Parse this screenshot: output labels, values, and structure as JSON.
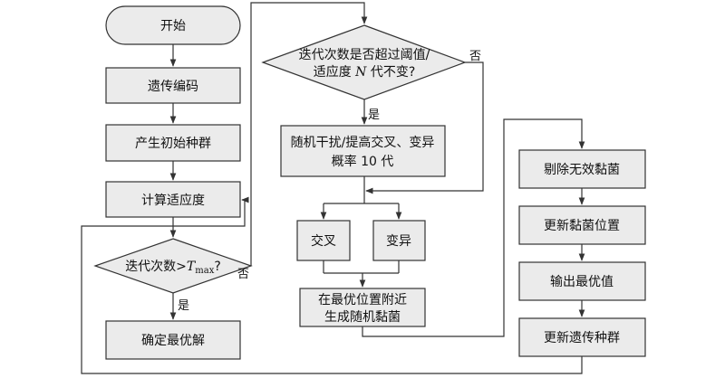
{
  "nodes": {
    "start": "开始",
    "encode": "遗传编码",
    "init_pop": "产生初始种群",
    "fitness": "计算适应度",
    "cond1_prefix": "迭代次数>",
    "cond1_var": "T",
    "cond1_sub": "max",
    "cond1_suffix": "?",
    "decide_best": "确定最优解",
    "cond2_line1": "迭代次数是否超过阈值/",
    "cond2_line2_prefix": "适应度 ",
    "cond2_line2_var": "N",
    "cond2_line2_suffix": " 代不变?",
    "perturb_line1": "随机干扰/提高交叉、变异",
    "perturb_line2": "概率 10 代",
    "crossover": "交叉",
    "mutation": "变异",
    "gen_line1": "在最优位置附近",
    "gen_line2": "生成随机黏菌",
    "remove": "剔除无效黏菌",
    "update_pos": "更新黏菌位置",
    "output": "输出最优值",
    "update_pop": "更新遗传种群"
  },
  "edge_labels": {
    "cond1_yes": "是",
    "cond1_no": "否",
    "cond2_yes": "是",
    "cond2_no": "否"
  },
  "colors": {
    "box_fill": "#ebebeb",
    "stroke": "#333333"
  }
}
